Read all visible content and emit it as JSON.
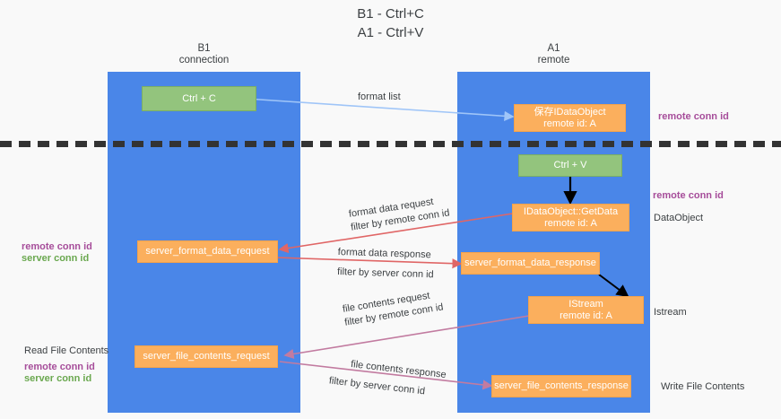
{
  "title": {
    "line1": "B1 - Ctrl+C",
    "line2": "A1 - Ctrl+V"
  },
  "lanes": [
    {
      "name": "B1",
      "sub": "connection"
    },
    {
      "name": "A1",
      "sub": "remote"
    }
  ],
  "boxes": {
    "ctrl_c": {
      "label": "Ctrl + C",
      "color": "#93c47d"
    },
    "ctrl_v": {
      "label": "Ctrl + V",
      "color": "#93c47d"
    },
    "save_idataobject": {
      "line1": "保存IDataObject",
      "line2": "remote id: A"
    },
    "getdata": {
      "line1": "IDataObject::GetData",
      "line2": "remote id: A"
    },
    "istream": {
      "line1": "IStream",
      "line2": "remote id: A"
    },
    "server_format_data_request": {
      "label": "server_format_data_request"
    },
    "server_format_data_response": {
      "label": "server_format_data_response"
    },
    "server_file_contents_request": {
      "label": "server_file_contents_request"
    },
    "server_file_contents_response": {
      "label": "server_file_contents_response"
    }
  },
  "edges": {
    "format_list": "format list",
    "format_data_request": "format data request",
    "format_data_request_filter_pre": "filter by ",
    "format_data_request_filter_key": "remote conn id",
    "format_data_response": "format data response",
    "format_data_response_filter_pre": "filter by ",
    "format_data_response_filter_key": "server conn id",
    "file_contents_request": "file contents request",
    "file_contents_request_filter_pre": "filter by ",
    "file_contents_request_filter_key": "remote conn id",
    "file_contents_response": "file contents response",
    "file_contents_response_filter_pre": "filter by ",
    "file_contents_response_filter_key": "server conn id"
  },
  "annotations": {
    "right_remote_conn_id_top": "remote conn id",
    "right_remote_conn_id_mid": "remote conn id",
    "right_dataobject": "DataObject",
    "right_istream": "Istream",
    "right_write_file_contents": "Write File Contents",
    "left_remote_conn_id": "remote conn id",
    "left_server_conn_id": "server conn id",
    "left_read_file_contents": "Read File Contents",
    "left_remote_conn_id_2": "remote conn id",
    "left_server_conn_id_2": "server conn id"
  },
  "colors": {
    "lane": "#4a86e8",
    "green_box": "#93c47d",
    "orange_box": "#fbaf5d",
    "purple_text": "#a64d9a",
    "green_text": "#6aa84f",
    "magenta_text": "#bf4fbf",
    "arrow_blue": "#9fc5f8",
    "arrow_red": "#e06666",
    "arrow_magenta": "#c27ba0",
    "arrow_black": "#000000",
    "background": "#f9f9f9"
  }
}
